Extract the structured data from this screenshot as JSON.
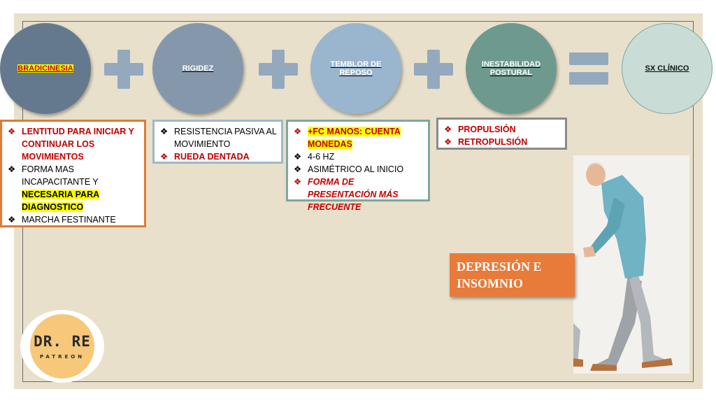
{
  "circles": [
    {
      "label": "BRADICINESIA",
      "bg": "#65798e",
      "color": "#c00000",
      "highlight": "#ffff00"
    },
    {
      "label": "RIGIDEZ",
      "bg": "#8597ab",
      "color": "#ffffff"
    },
    {
      "label": "TEMBLOR DE REPOSO",
      "bg": "#9ab5ce",
      "color": "#ffffff"
    },
    {
      "label": "INESTABILIDAD POSTURAL",
      "bg": "#6e998e",
      "color": "#ffffff"
    },
    {
      "label": "SX CLÍNICO",
      "bg": "#c9dcd5",
      "color": "#111111"
    }
  ],
  "operators": [
    "plus-icon",
    "plus-icon",
    "plus-icon",
    "equals-icon"
  ],
  "bullet_glyph": "❖",
  "bradicinesia_box": {
    "border": "#e07a35",
    "items": [
      {
        "text": "LENTITUD PARA INICIAR Y CONTINUAR LOS MOVIMIENTOS"
      },
      {
        "text_a": "FORMA MAS INCAPACITANTE Y ",
        "text_b": "NECESARIA PARA DIAGNOSTICO"
      },
      {
        "text": "MARCHA FESTINANTE"
      }
    ]
  },
  "rigidez_box": {
    "border": "#9fb8c9",
    "items": [
      {
        "text": "RESISTENCIA PASIVA AL MOVIMIENTO"
      },
      {
        "text": "RUEDA DENTADA"
      }
    ]
  },
  "temblor_box": {
    "border": "#7fa79d",
    "items": [
      {
        "text": "+FC MANOS: CUENTA MONEDAS"
      },
      {
        "text": "4-6 HZ"
      },
      {
        "text": "ASIMÉTRICO AL INICIO"
      },
      {
        "text": "FORMA DE PRESENTACIÓN MÁS FRECUENTE"
      }
    ]
  },
  "inestabilidad_box": {
    "border": "#8a8a8a",
    "items": [
      {
        "text": "PROPULSIÓN"
      },
      {
        "text": "RETROPULSIÓN"
      }
    ]
  },
  "callout": {
    "line1": "DEPRESIÓN E",
    "line2": "INSOMNIO"
  },
  "logo": {
    "title": "DR. RE",
    "subtitle": "PATREON"
  }
}
